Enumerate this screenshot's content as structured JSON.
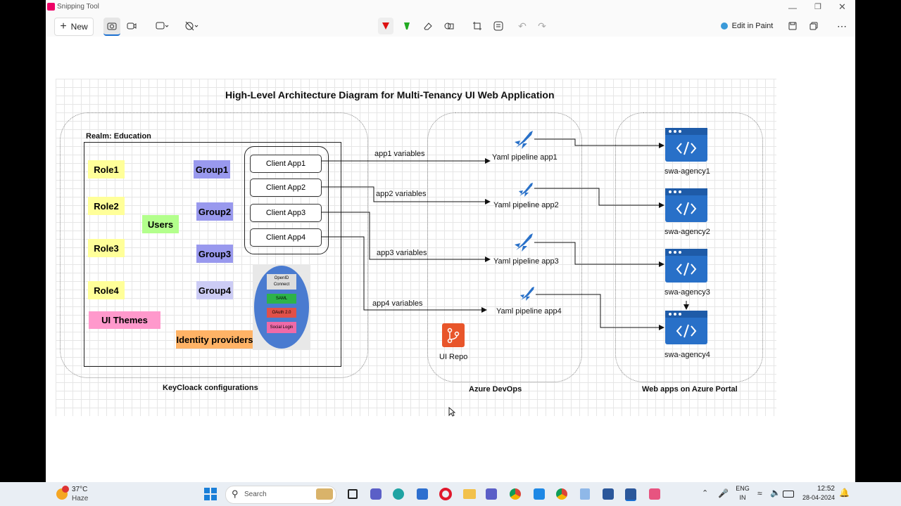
{
  "window": {
    "title": "Snipping Tool"
  },
  "toolbar": {
    "new_label": "New",
    "edit_in_paint": "Edit in Paint"
  },
  "diagram": {
    "title": "High-Level Architecture Diagram for Multi-Tenancy UI Web Application",
    "realm": "Realm: Education",
    "roles": [
      "Role1",
      "Role2",
      "Role3",
      "Role4"
    ],
    "groups": [
      "Group1",
      "Group2",
      "Group3",
      "Group4"
    ],
    "users": "Users",
    "ui_themes": "UI Themes",
    "identity_providers": "Identity providers",
    "idp_items": [
      "OpenID Connect",
      "SAML",
      "OAuth 2.0",
      "Social Login"
    ],
    "clients": [
      "Client App1",
      "Client App2",
      "Client App3",
      "Client App4"
    ],
    "variables": [
      "app1 variables",
      "app2 variables",
      "app3 variables",
      "app4 variables"
    ],
    "pipelines": [
      "Yaml pipeline app1",
      "Yaml pipeline app2",
      "Yaml pipeline app3",
      "Yaml pipeline app4"
    ],
    "repo": "UI Repo",
    "webapps": [
      "swa-agency1",
      "swa-agency2",
      "swa-agency3",
      "swa-agency4"
    ],
    "section_keycloak": "KeyCloack configurations",
    "section_devops": "Azure DevOps",
    "section_portal": "Web apps on Azure Portal",
    "colors": {
      "role": "#ffff99",
      "group": "#9999ee",
      "users": "#b3ff8c",
      "themes": "#ff99cc",
      "idp": "#ffb366",
      "azure": "#2870c8",
      "repo": "#e8552a"
    }
  },
  "taskbar": {
    "weather_temp": "37°C",
    "weather_desc": "Haze",
    "search_placeholder": "Search",
    "lang_top": "ENG",
    "lang_bottom": "IN",
    "time": "12:52",
    "date": "28-04-2024"
  }
}
